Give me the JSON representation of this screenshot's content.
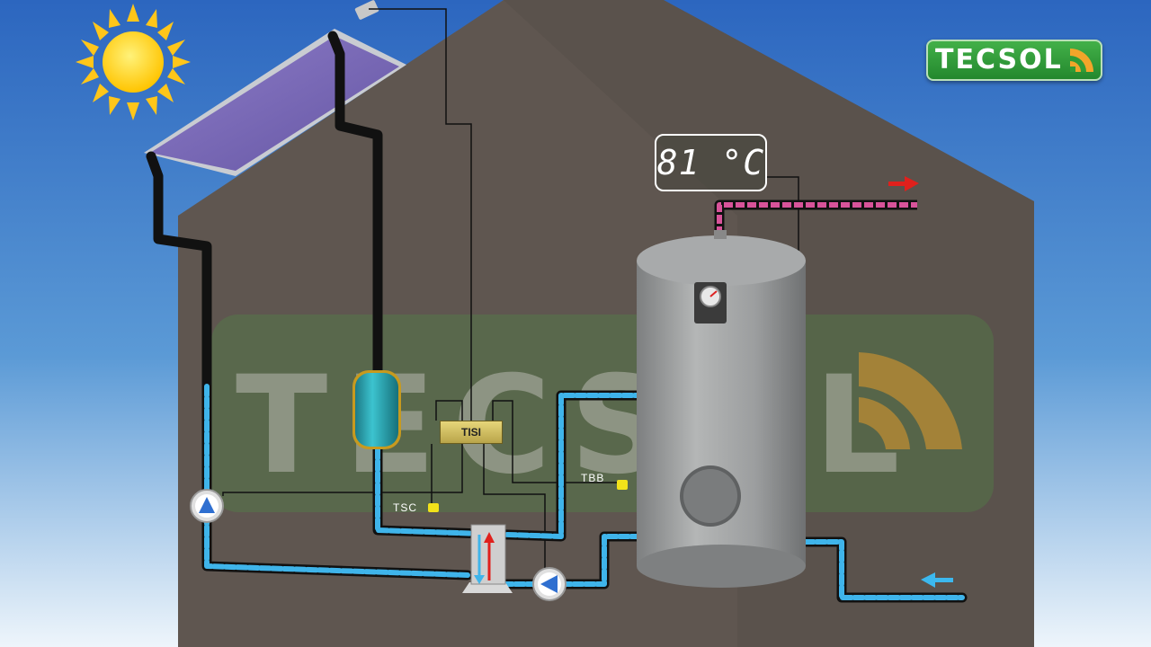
{
  "brand": {
    "logo_text": "TECSOL",
    "watermark_text": "TECSOL"
  },
  "display": {
    "temperature": "81 °C"
  },
  "controller": {
    "label": "TISI"
  },
  "sensors": {
    "collector": "TSC",
    "tank": "TBB"
  },
  "colors": {
    "sky_top": "#2d69c0",
    "sky_bottom": "#e8f2fa",
    "house": "#5f5650",
    "cold_pipe": "#3fb4ea",
    "hot_pipe": "#d8539a",
    "arrow_hot": "#e0201c",
    "arrow_cold": "#3cb8ee",
    "logo_green": "#2f9b36",
    "sun": "#ffd21a"
  },
  "icons": [
    "sun-icon",
    "solar-panel-icon",
    "pump-icon",
    "heat-exchanger-icon",
    "thermometer-icon",
    "expansion-vessel-icon",
    "hot-water-arrow-icon",
    "cold-water-arrow-icon"
  ]
}
